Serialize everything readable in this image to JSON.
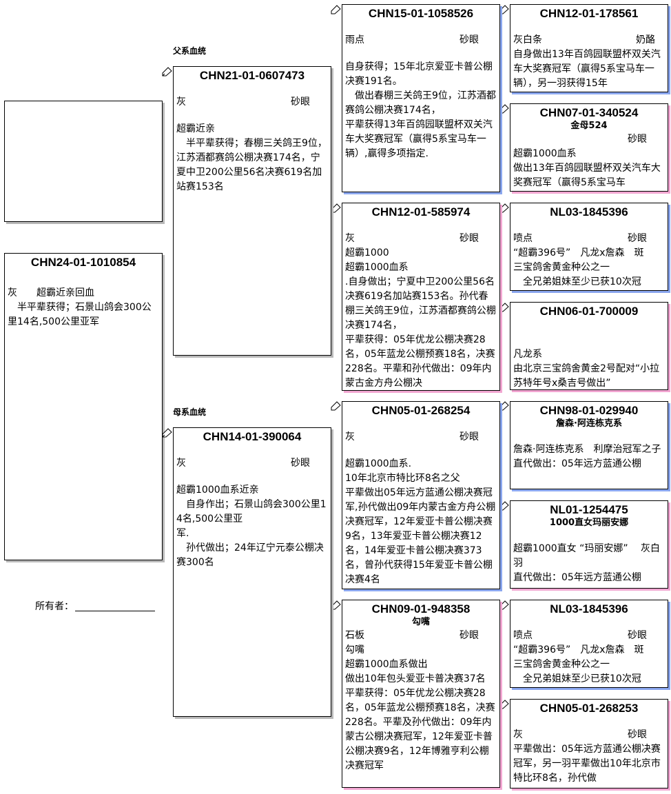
{
  "page": {
    "paternal_label": "父系血统",
    "maternal_label": "母系血统",
    "owner_label": "所有者："
  },
  "subject": {
    "ring": "CHN24-01-1010854",
    "line1": "灰　　超霸近亲回血",
    "body": "　半平辈获得；石景山鸽会300公里14名,500公里亚军"
  },
  "sire": {
    "ring": "CHN21-01-0607473",
    "color": "灰",
    "eye": "砂眼",
    "body": "超霸近亲\n　半平辈获得；春棚三关鸽王9位，江苏酒都赛鸽公棚决赛174名，宁夏中卫200公里56名决赛619名加站赛153名"
  },
  "dam": {
    "ring": "CHN14-01-390064",
    "color": "灰",
    "eye": "砂眼",
    "body": "超霸1000血系近亲\n　自身作出；石景山鸽会300公里14名,500公里亚\n军.\n　孙代做出；24年辽宁元泰公棚决赛300名"
  },
  "gs": {
    "ring": "CHN15-01-1058526",
    "color": "雨点",
    "eye": "砂眼",
    "body": "自身获得；15年北京爱亚卡普公棚决赛191名。\n　做出春棚三关鸽王9位，江苏酒都赛鸽公棚决赛174名，\n平辈获得13年百鸽园联盟杯双关汽车大奖赛冠军（赢得5系宝马车一辆）,赢得多项指定."
  },
  "gd": {
    "ring": "CHN12-01-585974",
    "color": "灰",
    "eye": "砂眼",
    "body": "超霸1000\n超霸1000血系\n.自身做出；宁夏中卫200公里56名决赛619名加站赛153名。孙代春棚三关鸽王9位，江苏酒都赛鸽公棚决赛174名，\n平辈获得：05年优龙公棚决赛28名，05年蓝龙公棚预赛18名，决赛228名。平辈和孙代做出：09年内蒙古金方舟公棚决"
  },
  "ds": {
    "ring": "CHN05-01-268254",
    "color": "灰",
    "eye": "砂眼",
    "body": "超霸1000血系.\n10年北京市特比环8名之父\n平辈做出05年远方蓝通公棚决赛冠军,孙代做出09年内蒙古金方舟公棚决赛冠军，12年爱亚卡普公棚决赛9名，13年爱亚卡普公棚决赛12名，14年爱亚卡普公棚决赛373名，曾孙代获得15年爱亚卡普公棚决赛4名"
  },
  "dd": {
    "ring": "CHN09-01-948358",
    "name": "勾嘴",
    "color": "石板",
    "eye": "砂眼",
    "body": "勾嘴\n超霸1000血系做出\n做出10年包头爱亚卡普决赛37名\n平辈获得：05年优龙公棚决赛28名，05年蓝龙公棚预赛18名，决赛228名。平辈及孙代做出：09年内蒙古公棚决赛冠军，12年爱亚卡普公棚决赛9名，12年博雅亨利公棚决赛冠军"
  },
  "ggs1": {
    "ring": "CHN12-01-178561",
    "color": "灰白条",
    "eye": "奶酪",
    "body": "自身做出13年百鸽园联盟杯双关汽车大奖赛冠军（赢得5系宝马车一辆），另一羽获得15年"
  },
  "ggd1": {
    "ring": "CHN07-01-340524",
    "name": "金母524",
    "eye": "砂眼",
    "body": "超霸1000血系\n做出13年百鸽园联盟杯双关汽车大奖赛冠军（赢得5系宝马车"
  },
  "ggs2": {
    "ring": "NL03-1845396",
    "color": "喷点",
    "eye": "砂眼",
    "body": "“超霸396号”　凡龙x詹森　斑\n三宝鸽舍黄金种公之一\n　全兄弟姐妹至少已获10次冠"
  },
  "ggd2": {
    "ring": "CHN06-01-700009",
    "body": "凡龙系\n由北京三宝鸽舍黄金2号配对“小拉苏特年号x桑吉号做出”"
  },
  "ggs3": {
    "ring": "CHN98-01-029940",
    "name": "詹森·阿连栋克系",
    "body": "詹森·阿连栋克系　利摩治冠军之子\n直代做出：05年远方蓝通公棚"
  },
  "ggd3": {
    "ring": "NL01-1254475",
    "name": "1000直女玛丽安娜",
    "body": "超霸1000直女 “玛丽安娜”　 灰白羽\n直代做出：05年远方蓝通公棚"
  },
  "ggs4": {
    "ring": "NL03-1845396",
    "color": "喷点",
    "eye": "砂眼",
    "body": "“超霸396号”　凡龙x詹森　斑\n三宝鸽舍黄金种公之一\n　全兄弟姐妹至少已获10次冠"
  },
  "ggd4": {
    "ring": "CHN05-01-268253",
    "color": "灰",
    "eye": "砂眼",
    "body": "平辈做出：05年远方蓝通公棚决赛冠军，另一羽平辈做出10年北京市特比环8名，孙代做"
  }
}
